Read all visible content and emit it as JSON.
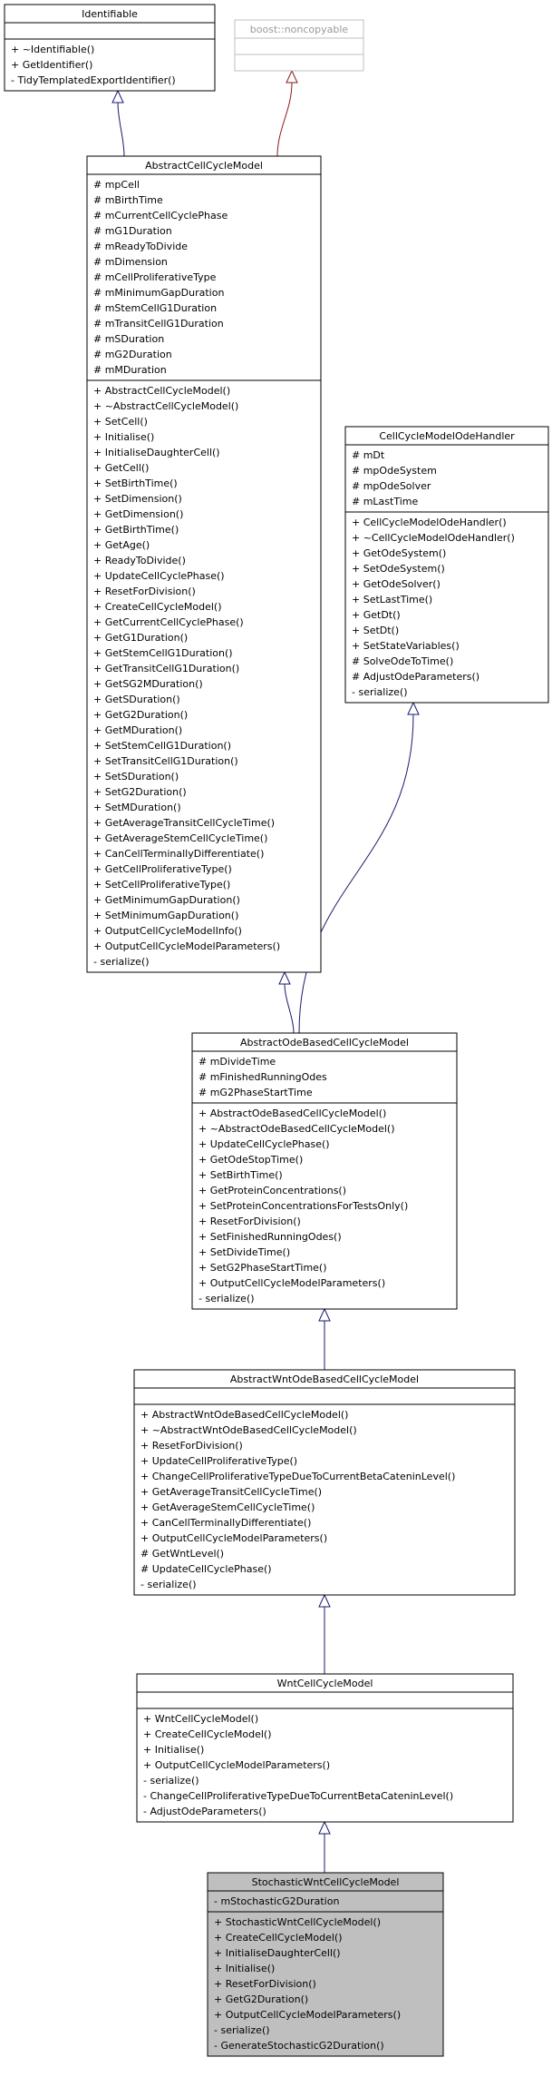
{
  "classes": [
    {
      "id": "identifiable",
      "name": "Identifiable",
      "style": "normal",
      "attributes": [],
      "methods": [
        "+ ~Identifiable()",
        "+ GetIdentifier()",
        "- TidyTemplatedExportIdentifier()"
      ]
    },
    {
      "id": "noncopyable",
      "name": "boost::noncopyable",
      "style": "faded",
      "attributes": [],
      "methods": []
    },
    {
      "id": "abstract-cell-cycle-model",
      "name": "AbstractCellCycleModel",
      "style": "normal",
      "attributes": [
        "# mpCell",
        "# mBirthTime",
        "# mCurrentCellCyclePhase",
        "# mG1Duration",
        "# mReadyToDivide",
        "# mDimension",
        "# mCellProliferativeType",
        "# mMinimumGapDuration",
        "# mStemCellG1Duration",
        "# mTransitCellG1Duration",
        "# mSDuration",
        "# mG2Duration",
        "# mMDuration"
      ],
      "methods": [
        "+ AbstractCellCycleModel()",
        "+ ~AbstractCellCycleModel()",
        "+ SetCell()",
        "+ Initialise()",
        "+ InitialiseDaughterCell()",
        "+ GetCell()",
        "+ SetBirthTime()",
        "+ SetDimension()",
        "+ GetDimension()",
        "+ GetBirthTime()",
        "+ GetAge()",
        "+ ReadyToDivide()",
        "+ UpdateCellCyclePhase()",
        "+ ResetForDivision()",
        "+ CreateCellCycleModel()",
        "+ GetCurrentCellCyclePhase()",
        "+ GetG1Duration()",
        "+ GetStemCellG1Duration()",
        "+ GetTransitCellG1Duration()",
        "+ GetSG2MDuration()",
        "+ GetSDuration()",
        "+ GetG2Duration()",
        "+ GetMDuration()",
        "+ SetStemCellG1Duration()",
        "+ SetTransitCellG1Duration()",
        "+ SetSDuration()",
        "+ SetG2Duration()",
        "+ SetMDuration()",
        "+ GetAverageTransitCellCycleTime()",
        "+ GetAverageStemCellCycleTime()",
        "+ CanCellTerminallyDifferentiate()",
        "+ GetCellProliferativeType()",
        "+ SetCellProliferativeType()",
        "+ GetMinimumGapDuration()",
        "+ SetMinimumGapDuration()",
        "+ OutputCellCycleModelInfo()",
        "+ OutputCellCycleModelParameters()",
        "- serialize()"
      ]
    },
    {
      "id": "cell-cycle-model-ode-handler",
      "name": "CellCycleModelOdeHandler",
      "style": "normal",
      "attributes": [
        "# mDt",
        "# mpOdeSystem",
        "# mpOdeSolver",
        "# mLastTime"
      ],
      "methods": [
        "+ CellCycleModelOdeHandler()",
        "+ ~CellCycleModelOdeHandler()",
        "+ GetOdeSystem()",
        "+ SetOdeSystem()",
        "+ GetOdeSolver()",
        "+ SetLastTime()",
        "+ GetDt()",
        "+ SetDt()",
        "+ SetStateVariables()",
        "# SolveOdeToTime()",
        "# AdjustOdeParameters()",
        "- serialize()"
      ]
    },
    {
      "id": "abstract-ode-based-cell-cycle-model",
      "name": "AbstractOdeBasedCellCycleModel",
      "style": "normal",
      "attributes": [
        "# mDivideTime",
        "# mFinishedRunningOdes",
        "# mG2PhaseStartTime"
      ],
      "methods": [
        "+ AbstractOdeBasedCellCycleModel()",
        "+ ~AbstractOdeBasedCellCycleModel()",
        "+ UpdateCellCyclePhase()",
        "+ GetOdeStopTime()",
        "+ SetBirthTime()",
        "+ GetProteinConcentrations()",
        "+ SetProteinConcentrationsForTestsOnly()",
        "+ ResetForDivision()",
        "+ SetFinishedRunningOdes()",
        "+ SetDivideTime()",
        "+ SetG2PhaseStartTime()",
        "+ OutputCellCycleModelParameters()",
        "- serialize()"
      ]
    },
    {
      "id": "abstract-wnt-ode-based-cell-cycle-model",
      "name": "AbstractWntOdeBasedCellCycleModel",
      "style": "normal",
      "attributes": [],
      "methods": [
        "+ AbstractWntOdeBasedCellCycleModel()",
        "+ ~AbstractWntOdeBasedCellCycleModel()",
        "+ ResetForDivision()",
        "+ UpdateCellProliferativeType()",
        "+ ChangeCellProliferativeTypeDueToCurrentBetaCateninLevel()",
        "+ GetAverageTransitCellCycleTime()",
        "+ GetAverageStemCellCycleTime()",
        "+ CanCellTerminallyDifferentiate()",
        "+ OutputCellCycleModelParameters()",
        "# GetWntLevel()",
        "# UpdateCellCyclePhase()",
        "- serialize()"
      ]
    },
    {
      "id": "wnt-cell-cycle-model",
      "name": "WntCellCycleModel",
      "style": "normal",
      "attributes": [],
      "methods": [
        "+ WntCellCycleModel()",
        "+ CreateCellCycleModel()",
        "+ Initialise()",
        "+ OutputCellCycleModelParameters()",
        "- serialize()",
        "- ChangeCellProliferativeTypeDueToCurrentBetaCateninLevel()",
        "- AdjustOdeParameters()"
      ]
    },
    {
      "id": "stochastic-wnt-cell-cycle-model",
      "name": "StochasticWntCellCycleModel",
      "style": "highlight",
      "attributes": [
        "- mStochasticG2Duration"
      ],
      "methods": [
        "+ StochasticWntCellCycleModel()",
        "+ CreateCellCycleModel()",
        "+ InitialiseDaughterCell()",
        "+ Initialise()",
        "+ ResetForDivision()",
        "+ GetG2Duration()",
        "+ OutputCellCycleModelParameters()",
        "- serialize()",
        "- GenerateStochasticG2Duration()"
      ]
    }
  ],
  "inheritance": [
    {
      "child": "abstract-cell-cycle-model",
      "parent": "identifiable",
      "kind": "public"
    },
    {
      "child": "abstract-cell-cycle-model",
      "parent": "noncopyable",
      "kind": "private"
    },
    {
      "child": "abstract-ode-based-cell-cycle-model",
      "parent": "abstract-cell-cycle-model",
      "kind": "public"
    },
    {
      "child": "abstract-ode-based-cell-cycle-model",
      "parent": "cell-cycle-model-ode-handler",
      "kind": "public"
    },
    {
      "child": "abstract-wnt-ode-based-cell-cycle-model",
      "parent": "abstract-ode-based-cell-cycle-model",
      "kind": "public"
    },
    {
      "child": "wnt-cell-cycle-model",
      "parent": "abstract-wnt-ode-based-cell-cycle-model",
      "kind": "public"
    },
    {
      "child": "stochastic-wnt-cell-cycle-model",
      "parent": "wnt-cell-cycle-model",
      "kind": "public"
    }
  ],
  "colors": {
    "public_edge": "#191970",
    "private_edge": "#8b1a1a",
    "highlight_fill": "#bfbfbf",
    "box_stroke": "#000000",
    "faded_stroke": "#bfbfbf",
    "faded_text": "#9a9a9a"
  }
}
